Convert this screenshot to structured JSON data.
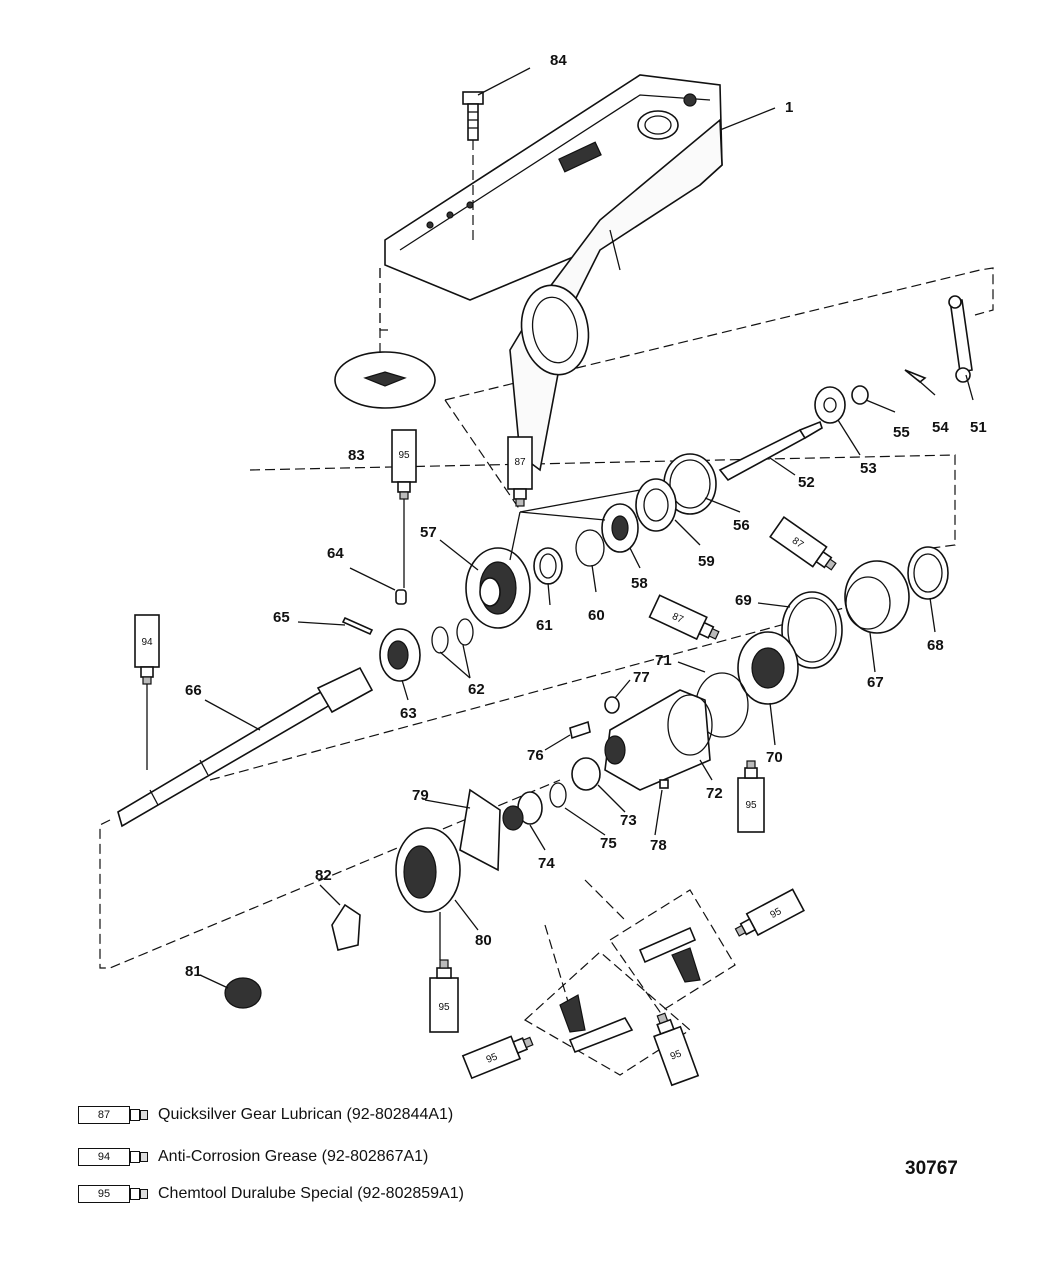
{
  "callouts": [
    {
      "id": "84",
      "label": "84"
    },
    {
      "id": "1",
      "label": "1"
    },
    {
      "id": "51",
      "label": "51"
    },
    {
      "id": "54",
      "label": "54"
    },
    {
      "id": "55",
      "label": "55"
    },
    {
      "id": "53",
      "label": "53"
    },
    {
      "id": "52",
      "label": "52"
    },
    {
      "id": "83",
      "label": "83"
    },
    {
      "id": "56",
      "label": "56"
    },
    {
      "id": "59",
      "label": "59"
    },
    {
      "id": "58",
      "label": "58"
    },
    {
      "id": "60",
      "label": "60"
    },
    {
      "id": "61",
      "label": "61"
    },
    {
      "id": "57",
      "label": "57"
    },
    {
      "id": "64",
      "label": "64"
    },
    {
      "id": "65",
      "label": "65"
    },
    {
      "id": "62",
      "label": "62"
    },
    {
      "id": "63",
      "label": "63"
    },
    {
      "id": "66",
      "label": "66"
    },
    {
      "id": "69",
      "label": "69"
    },
    {
      "id": "68",
      "label": "68"
    },
    {
      "id": "67",
      "label": "67"
    },
    {
      "id": "71",
      "label": "71"
    },
    {
      "id": "77",
      "label": "77"
    },
    {
      "id": "70",
      "label": "70"
    },
    {
      "id": "76",
      "label": "76"
    },
    {
      "id": "72",
      "label": "72"
    },
    {
      "id": "79",
      "label": "79"
    },
    {
      "id": "73",
      "label": "73"
    },
    {
      "id": "75",
      "label": "75"
    },
    {
      "id": "78",
      "label": "78"
    },
    {
      "id": "74",
      "label": "74"
    },
    {
      "id": "82",
      "label": "82"
    },
    {
      "id": "80",
      "label": "80"
    },
    {
      "id": "81",
      "label": "81"
    }
  ],
  "tubes": {
    "t87a": "87",
    "t87b": "87",
    "t87c": "87",
    "t94": "94",
    "t95a": "95",
    "t95b": "95",
    "t95c": "95",
    "t95d": "95",
    "t95e": "95",
    "t95f": "95"
  },
  "legend": [
    {
      "code": "87",
      "text": "Quicksilver Gear Lubrican (92-802844A1)"
    },
    {
      "code": "94",
      "text": "Anti-Corrosion Grease (92-802867A1)"
    },
    {
      "code": "95",
      "text": "Chemtool Duralube Special (92-802859A1)"
    }
  ],
  "drawing_number": "30767"
}
